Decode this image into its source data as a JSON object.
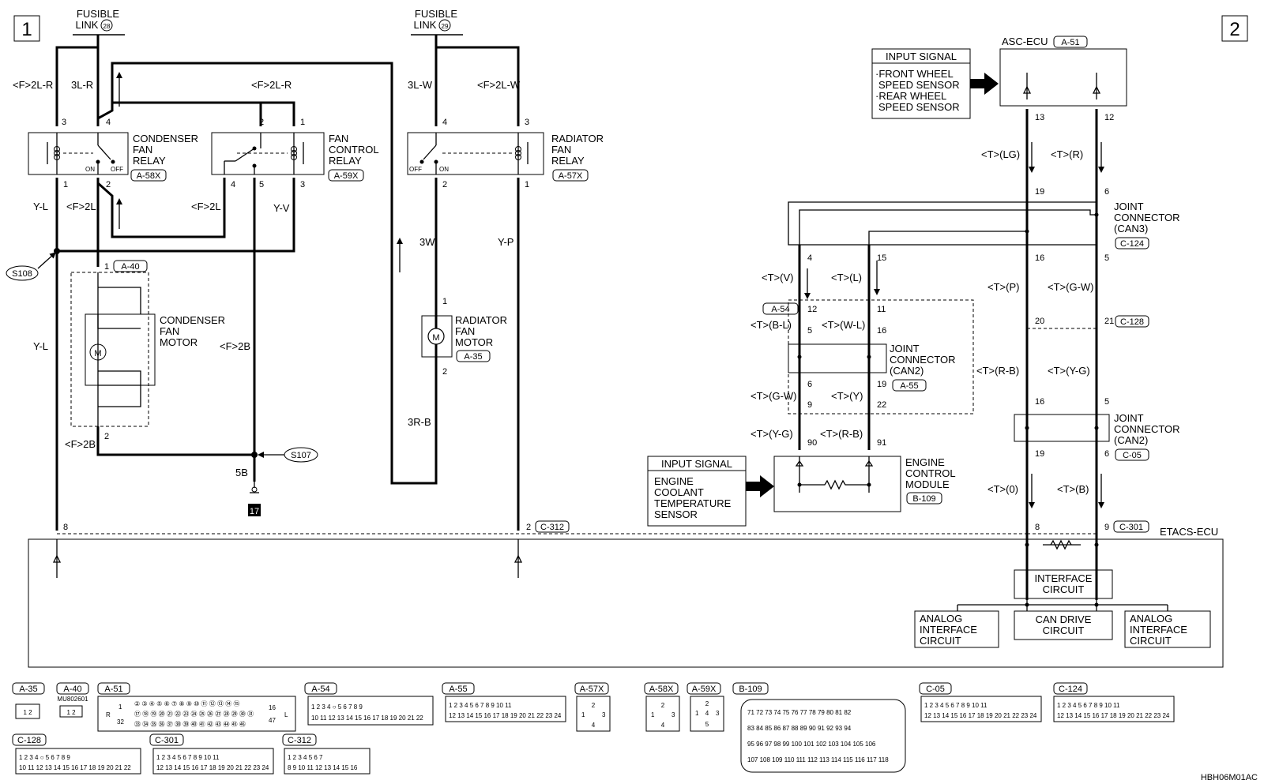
{
  "sheet_labels": [
    "1",
    "2"
  ],
  "fusible_links": [
    {
      "line1": "FUSIBLE",
      "line2": "LINK",
      "num": "28"
    },
    {
      "line1": "FUSIBLE",
      "line2": "LINK",
      "num": "29"
    }
  ],
  "wire_labels": {
    "f2lr_a": "<F>2L-R",
    "l3r": "3L-R",
    "f2lr_b": "<F>2L-R",
    "l3w": "3L-W",
    "f2lw": "<F>2L-W",
    "yl_a": "Y-L",
    "f2l_a": "<F>2L",
    "f2l_b": "<F>2L",
    "yv": "Y-V",
    "w3": "3W",
    "yp": "Y-P",
    "yl_b": "Y-L",
    "f2b_a": "<F>2B",
    "f2b_b": "<F>2B",
    "r3b": "3R-B",
    "b5": "5B",
    "t_lg": "<T>(LG)",
    "t_r": "<T>(R)",
    "t_v": "<T>(V)",
    "t_l": "<T>(L)",
    "t_bl": "<T>(B-L)",
    "t_wl": "<T>(W-L)",
    "t_gw_a": "<T>(G-W)",
    "t_y": "<T>(Y)",
    "t_yg_a": "<T>(Y-G)",
    "t_rb_a": "<T>(R-B)",
    "t_p": "<T>(P)",
    "t_gw_b": "<T>(G-W)",
    "t_rb_b": "<T>(R-B)",
    "t_yg_b": "<T>(Y-G)",
    "t_o": "<T>(0)",
    "t_b": "<T>(B)"
  },
  "components": {
    "condenser_relay": {
      "l1": "CONDENSER",
      "l2": "FAN",
      "l3": "RELAY",
      "id": "A-58X",
      "on": "ON",
      "off": "OFF"
    },
    "fan_relay": {
      "l1": "FAN",
      "l2": "CONTROL",
      "l3": "RELAY",
      "id": "A-59X"
    },
    "radiator_relay": {
      "l1": "RADIATOR",
      "l2": "FAN",
      "l3": "RELAY",
      "id": "A-57X",
      "on": "ON",
      "off": "OFF"
    },
    "condenser_motor": {
      "l1": "CONDENSER",
      "l2": "FAN",
      "l3": "MOTOR",
      "id": "A-40"
    },
    "radiator_motor": {
      "l1": "RADIATOR",
      "l2": "FAN",
      "l3": "MOTOR",
      "id": "A-35"
    },
    "asc_ecu": {
      "name": "ASC-ECU",
      "id": "A-51"
    },
    "asc_input": {
      "title": "INPUT SIGNAL",
      "l1": "·FRONT WHEEL",
      "l2": "SPEED SENSOR",
      "l3": "·REAR WHEEL",
      "l4": "SPEED SENSOR"
    },
    "jc_can3": {
      "l1": "JOINT",
      "l2": "CONNECTOR",
      "l3": "(CAN3)",
      "id": "C-124"
    },
    "jc_can2_a": {
      "l1": "JOINT",
      "l2": "CONNECTOR",
      "l3": "(CAN2)",
      "id": "A-55"
    },
    "jc_can2_b": {
      "l1": "JOINT",
      "l2": "CONNECTOR",
      "l3": "(CAN2)",
      "id": "C-05"
    },
    "ecm": {
      "l1": "ENGINE",
      "l2": "CONTROL",
      "l3": "MODULE",
      "id": "B-109"
    },
    "ecm_input": {
      "title": "INPUT SIGNAL",
      "l1": "ENGINE",
      "l2": "COOLANT",
      "l3": "TEMPERATURE",
      "l4": "SENSOR"
    },
    "etacs": {
      "name": "ETACS-ECU"
    },
    "interface": {
      "l1": "INTERFACE",
      "l2": "CIRCUIT"
    },
    "analog_l": {
      "l1": "ANALOG",
      "l2": "INTERFACE",
      "l3": "CIRCUIT"
    },
    "can_drive": {
      "l1": "CAN DRIVE",
      "l2": "CIRCUIT"
    },
    "analog_r": {
      "l1": "ANALOG",
      "l2": "INTERFACE",
      "l3": "CIRCUIT"
    }
  },
  "splices": {
    "s108": "S108",
    "s107": "S107"
  },
  "ground_id": "17",
  "connector_ids": {
    "a54": "A-54",
    "c128": "C-128",
    "c301": "C-301",
    "c312": "C-312"
  },
  "pins": {
    "cr3": "3",
    "cr4": "4",
    "cr1": "1",
    "cr2": "2",
    "fr2": "2",
    "fr1": "1",
    "fr4": "4",
    "fr5": "5",
    "fr3": "3",
    "rr4": "4",
    "rr3": "3",
    "rr2": "2",
    "rr1": "1",
    "cm1": "1",
    "cm2": "2",
    "rm1": "1",
    "rm2": "2",
    "e8": "8",
    "e2": "2",
    "asc13": "13",
    "asc12": "12",
    "c124_19": "19",
    "c124_6": "6",
    "c124_4": "4",
    "c124_15": "15",
    "c124_16": "16",
    "c124_5": "5",
    "a54_12": "12",
    "a54_11": "11",
    "a55_5": "5",
    "a55_16": "16",
    "a55_6": "6",
    "a55_19": "19",
    "p9": "9",
    "p22": "22",
    "b90": "90",
    "b91": "91",
    "c128_20": "20",
    "c128_21": "21",
    "c05_16": "16",
    "c05_5": "5",
    "c05_19": "19",
    "c05_6": "6",
    "c301_8": "8",
    "c301_9": "9"
  },
  "connector_key": {
    "items": [
      "A-35",
      "A-40",
      "A-51",
      "A-54",
      "A-55",
      "A-57X",
      "A-58X",
      "A-59X",
      "B-109",
      "C-05",
      "C-124",
      "C-128",
      "C-301",
      "C-312"
    ],
    "a40_part": "MU802601",
    "a51_left": "R",
    "a51_right": "L",
    "a51_r1": "② ③ ④ ⑤ ⑥ ⑦ ⑧ ⑨ ⑩ ⑪ ⑫ ⑬ ⑭ ⑮",
    "a51_r2": "⑰ ⑱ ⑲ ⑳ ㉑ ㉒ ㉓ ㉔ ㉕ ㉖ ㉗ ㉘ ㉙ ㉚ ㉛",
    "a51_r3": "㉝ ㉞ ㉟ ㊱ ㊲ ㊳ ㊴ ㊵ ㊶ ㊷ ㊸ ㊹ ㊺ ㊻",
    "a51_l1": "1",
    "a51_l2": "32",
    "a51_e1": "16",
    "a51_e2": "47",
    "p12_r1": "1 2 3 4 5   6 7 8 9 10 11",
    "p12_r2": "12 13 14 15 16 17 18 19 20 21 22 23 24",
    "a54_r1": "1 2 3 4   ○   5 6 7 8 9",
    "a54_r2": "10 11 12 13 14 15 16 17 18 19 20 21 22",
    "c312_r1": "1 2 3 4   5 6 7",
    "c312_r2": "8 9 10 11 12 13 14 15 16",
    "b109_r1": "71 72 73 74 75 76 77 78 79 80 81 82",
    "b109_r2": "83 84 85 86 87 88 89 90 91 92 93 94",
    "b109_r3": "95 96 97 98 99 100 101 102 103 104 105 106",
    "b109_r4": "107 108 109 110 111 112 113 114 115 116 117 118",
    "r4_top": "2",
    "r4_l": "1",
    "r4_r": "3",
    "r4_b": "4",
    "r5_top": "2",
    "r5_l": "1",
    "r5_r": "3",
    "r5_m": "4",
    "r5_b": "5",
    "a35_pins": "1 2",
    "a40_pins": "1 2"
  },
  "footer_code": "HBH06M01AC"
}
